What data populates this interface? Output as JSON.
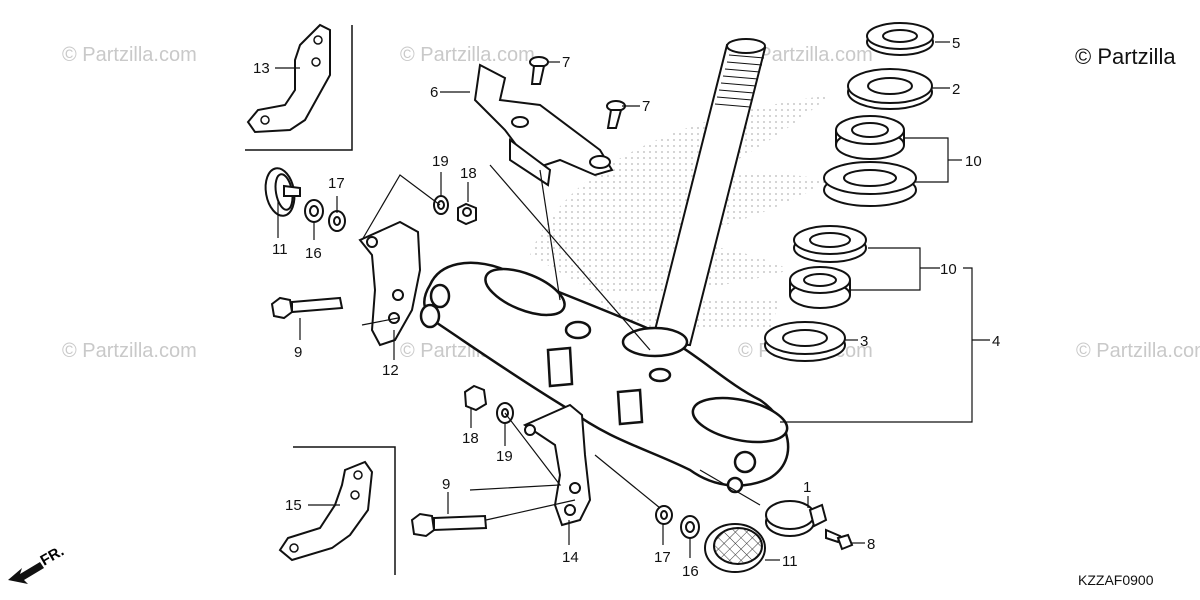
{
  "watermark": "© Partzilla.com",
  "copyright": "© Partzilla",
  "diagram_code": "KZZAF0900",
  "front_indicator": "FR.",
  "callouts": {
    "c1": "1",
    "c2": "2",
    "c3": "3",
    "c4": "4",
    "c5": "5",
    "c6": "6",
    "c7a": "7",
    "c7b": "7",
    "c8": "8",
    "c9a": "9",
    "c9b": "9",
    "c10a": "10",
    "c10b": "10",
    "c11a": "11",
    "c11b": "11",
    "c12": "12",
    "c13": "13",
    "c14": "14",
    "c15": "15",
    "c16a": "16",
    "c16b": "16",
    "c17a": "17",
    "c17b": "17",
    "c18a": "18",
    "c18b": "18",
    "c19a": "19",
    "c19b": "19"
  }
}
